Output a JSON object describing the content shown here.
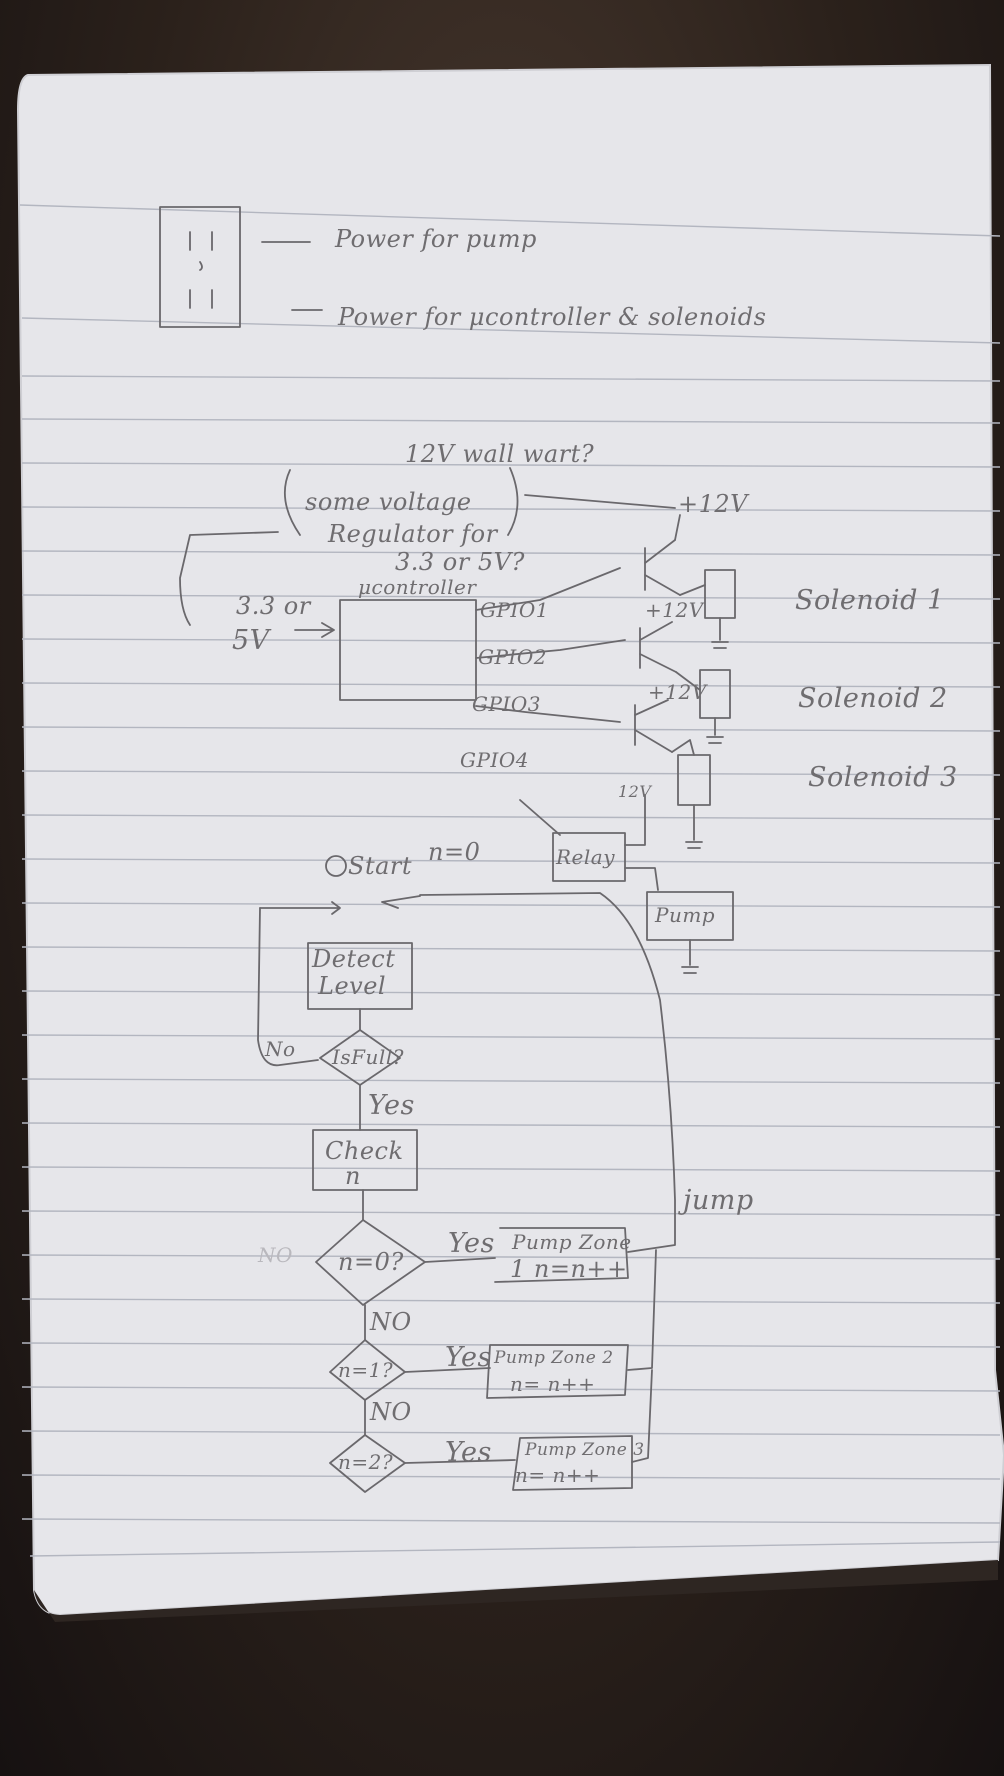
{
  "legend": {
    "pump_power": "Power for pump",
    "controller_power": "Power for μcontroller & solenoids"
  },
  "circuit": {
    "supply": "12V wall wart?",
    "regulator": [
      "some voltage",
      "Regulator for",
      "3.3 or 5V?"
    ],
    "controller": "μcontroller",
    "input_voltage": [
      "3.3 or",
      "5V"
    ],
    "rail_main": "+12V",
    "rail_s1": "+12V",
    "rail_s2": "+12V",
    "rail_relay": "12V",
    "gpio": [
      "GPIO1",
      "GPIO2",
      "GPIO3",
      "GPIO4"
    ],
    "solenoids": [
      "Solenoid 1",
      "Solenoid 2",
      "Solenoid 3"
    ],
    "relay": "Relay",
    "pump": "Pump"
  },
  "flowchart": {
    "start": "Start",
    "init": "n=0",
    "detect": [
      "Detect",
      "Level"
    ],
    "is_full": "IsFull?",
    "no_label": "No",
    "yes_label": "Yes",
    "check": [
      "Check",
      "n"
    ],
    "faint_no": "NO",
    "cond1": "n=0?",
    "cond2": "n=1?",
    "cond3": "n=2?",
    "yes1": "Yes",
    "yes2": "Yes",
    "yes3": "Yes",
    "no1": "NO",
    "no2": "NO",
    "action1": [
      "Pump Zone",
      "1  n=n++"
    ],
    "action2": [
      "Pump Zone 2",
      "n= n++"
    ],
    "action3": [
      "Pump Zone 3",
      "n= n++"
    ],
    "jump": "jump"
  }
}
